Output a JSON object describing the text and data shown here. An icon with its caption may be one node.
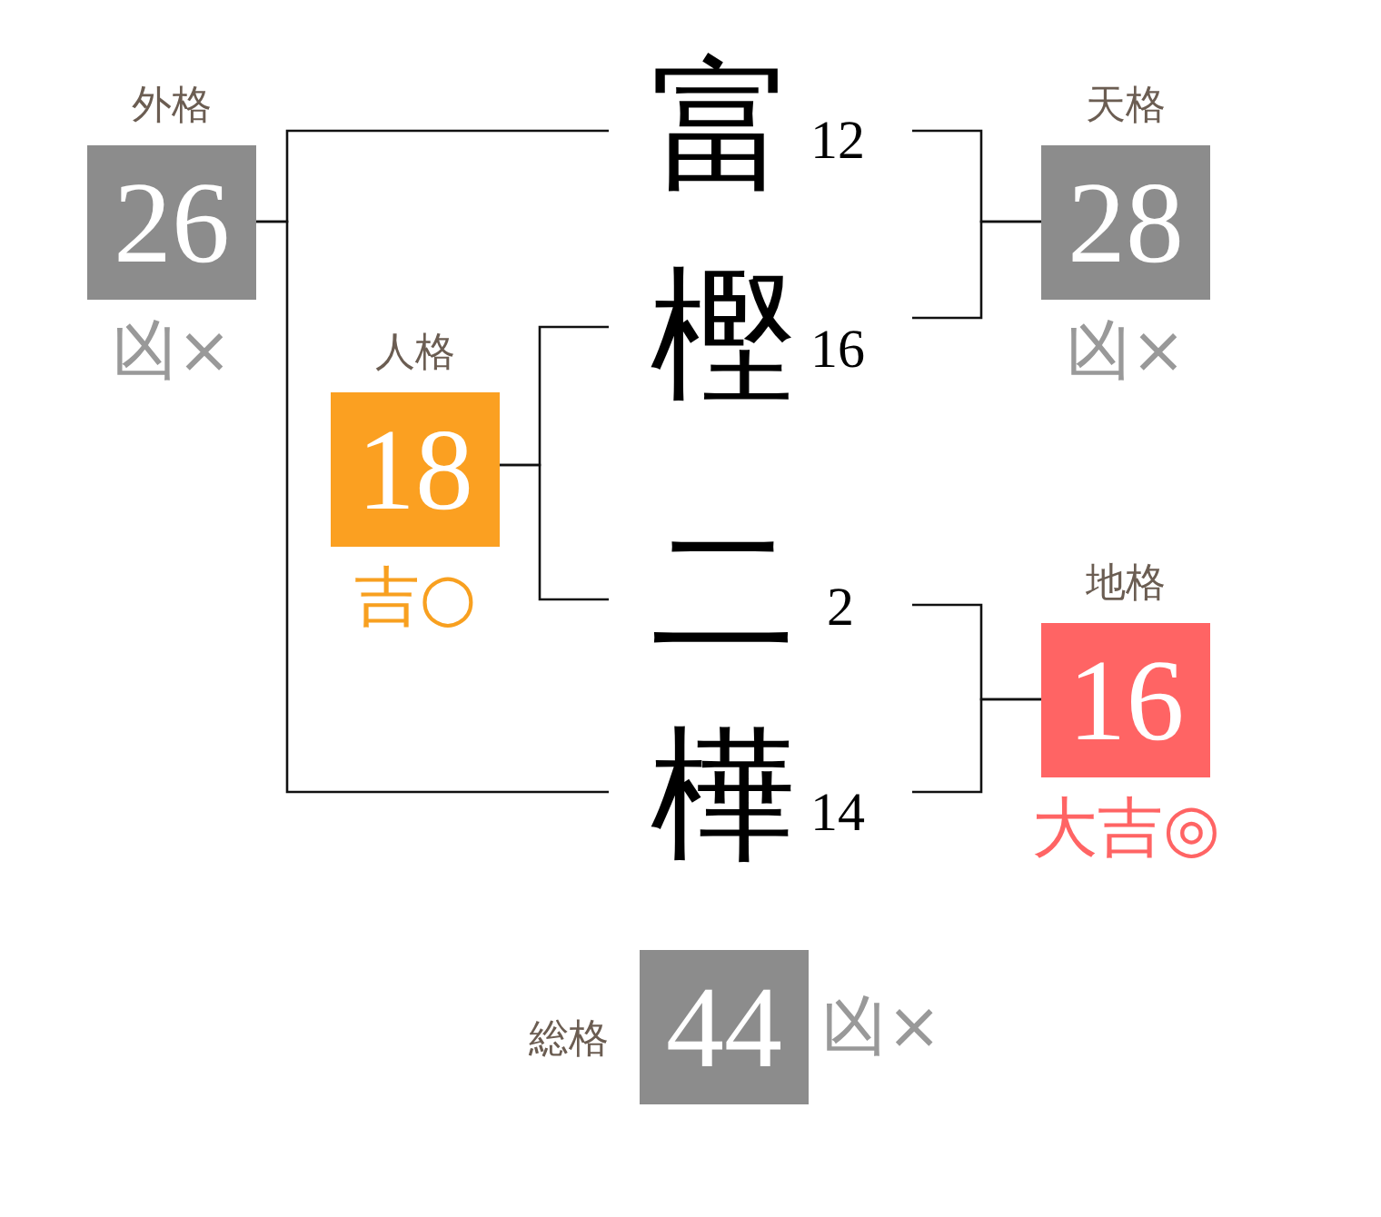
{
  "diagram": {
    "nodes": [
      {
        "text": [
          "外格",
          "26"
        ],
        "beside": [
          "凶×"
        ]
      },
      {
        "text": [
          "富"
        ],
        "beside": [
          "12"
        ]
      },
      {
        "text": [
          "天格",
          "28"
        ],
        "beside": [
          "凶×"
        ]
      },
      {
        "text": [
          "樫"
        ],
        "beside": [
          "16"
        ]
      },
      {
        "text": [
          "人格",
          "18"
        ],
        "beside": [
          "吉○"
        ]
      },
      {
        "text": [
          "二"
        ],
        "beside": [
          "2"
        ]
      },
      {
        "text": [
          "地格",
          "16"
        ],
        "beside": [
          "大吉◎"
        ]
      },
      {
        "text": [
          "樺"
        ],
        "beside": [
          "14"
        ]
      },
      {
        "text": [
          "総格",
          "44"
        ],
        "beside": [
          "凶×"
        ]
      }
    ],
    "edges": [
      {
        "from": 0,
        "to": 1,
        "arrow": "none"
      },
      {
        "from": 0,
        "to": 7,
        "arrow": "none"
      },
      {
        "from": 2,
        "to": 1,
        "arrow": "none"
      },
      {
        "from": 2,
        "to": 3,
        "arrow": "none"
      },
      {
        "from": 4,
        "to": 3,
        "arrow": "none"
      },
      {
        "from": 4,
        "to": 5,
        "arrow": "none"
      },
      {
        "from": 6,
        "to": 5,
        "arrow": "none"
      },
      {
        "from": 6,
        "to": 7,
        "arrow": "none"
      }
    ]
  }
}
